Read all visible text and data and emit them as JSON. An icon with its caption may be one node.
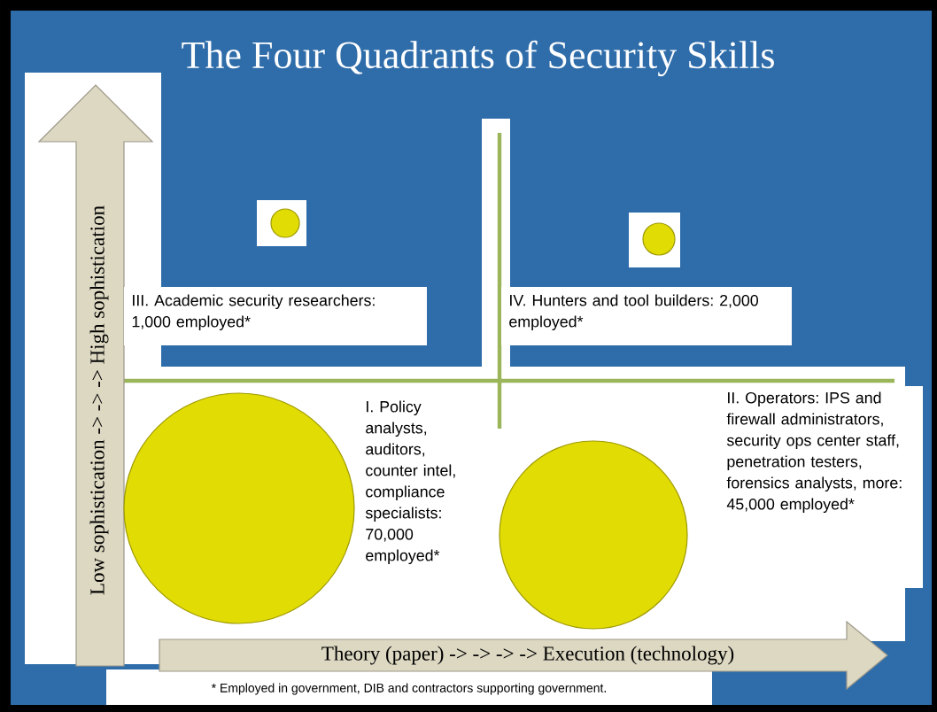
{
  "diagram": {
    "title": "The Four Quadrants of Security Skills",
    "nodes": [
      {
        "text": [],
        "shape": "circle",
        "beside": [
          "III. Academic security researchers: 1,000 employed*"
        ]
      },
      {
        "text": [],
        "shape": "circle",
        "beside": [
          "IV. Hunters and tool builders: 2,000 employed*"
        ]
      },
      {
        "text": [],
        "shape": "circle",
        "beside": [
          "I. Policy analysts, auditors, counter intel, compliance specialists: 70,000 employed*"
        ]
      },
      {
        "text": [],
        "shape": "circle",
        "beside": [
          "II. Operators: IPS and firewall administrators, security ops center staff, penetration testers, forensics analysts, more: 45,000 employed*"
        ]
      }
    ],
    "labels": [
      "Low sophistication -> -> -> High sophistication",
      "Theory (paper) -> -> -> -> Execution (technology)",
      "* Employed in government, DIB and contractors supporting government."
    ]
  }
}
